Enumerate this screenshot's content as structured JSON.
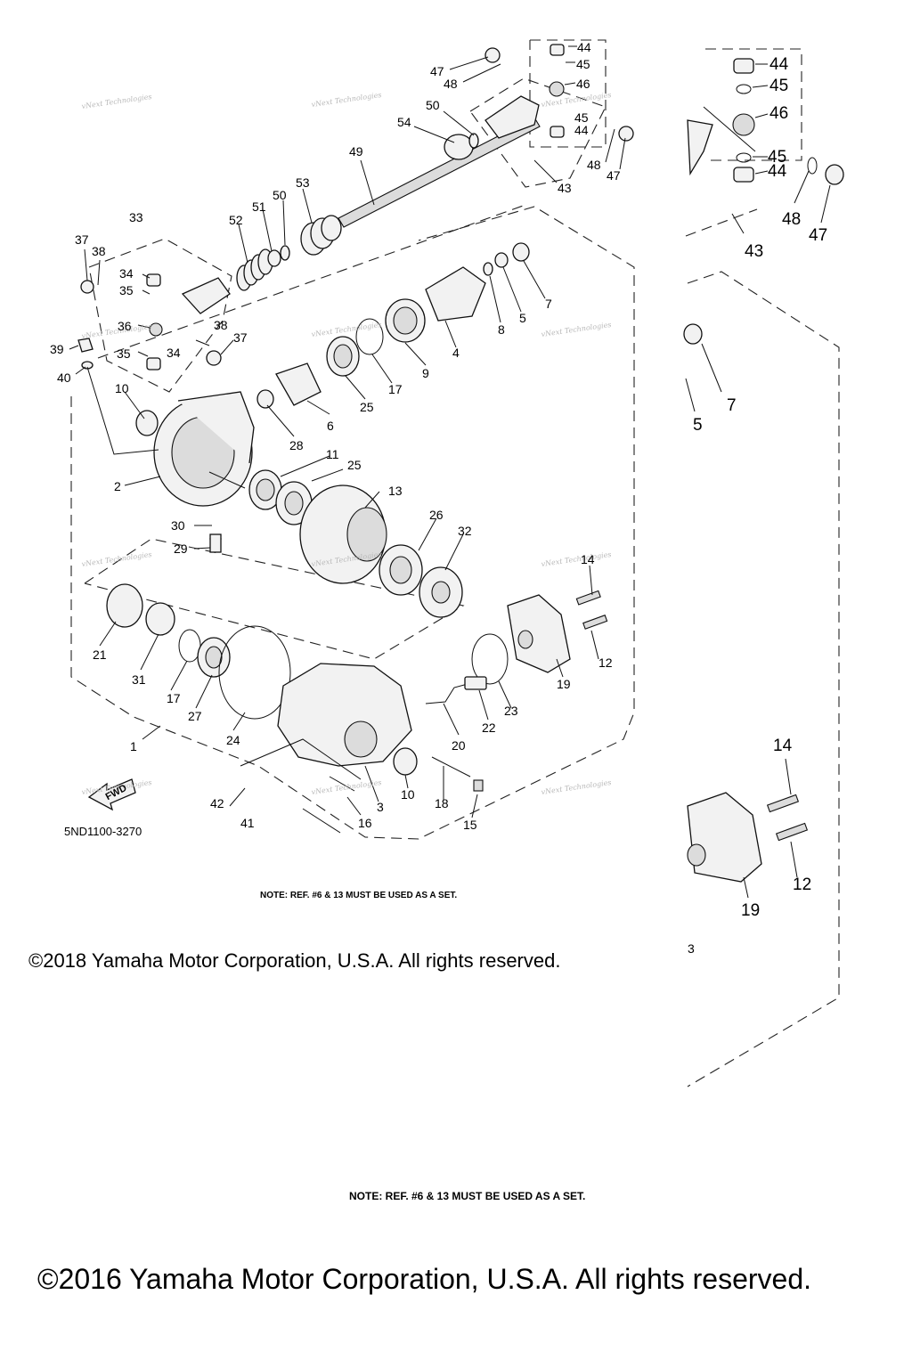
{
  "diagram": {
    "code": "5ND1100-3270",
    "watermark": "vNext Technologies",
    "fwd_label": "FWD",
    "note_1": "NOTE: REF. #6 & 13 MUST BE USED AS A SET.",
    "copyright_1": "©2018 Yamaha Motor Corporation, U.S.A. All rights reserved.",
    "note_2": "NOTE: REF. #6 & 13 MUST BE USED AS A SET.",
    "copyright_2": "©2016 Yamaha Motor Corporation, U.S.A. All rights reserved.",
    "callouts_main": [
      "1",
      "2",
      "3",
      "4",
      "5",
      "6",
      "7",
      "8",
      "9",
      "10",
      "10",
      "11",
      "12",
      "13",
      "14",
      "15",
      "16",
      "17",
      "17",
      "18",
      "19",
      "20",
      "21",
      "22",
      "23",
      "24",
      "25",
      "25",
      "26",
      "27",
      "28",
      "29",
      "30",
      "31",
      "32",
      "33",
      "34",
      "34",
      "35",
      "35",
      "36",
      "37",
      "37",
      "38",
      "38",
      "39",
      "40",
      "41",
      "42",
      "43",
      "44",
      "44",
      "45",
      "45",
      "46",
      "47",
      "47",
      "48",
      "48",
      "49",
      "50",
      "50",
      "51",
      "52",
      "53",
      "54"
    ],
    "callouts_zoom": [
      "44",
      "45",
      "46",
      "45",
      "44",
      "48",
      "47",
      "43",
      "7",
      "5",
      "14",
      "12",
      "19",
      "3"
    ]
  }
}
